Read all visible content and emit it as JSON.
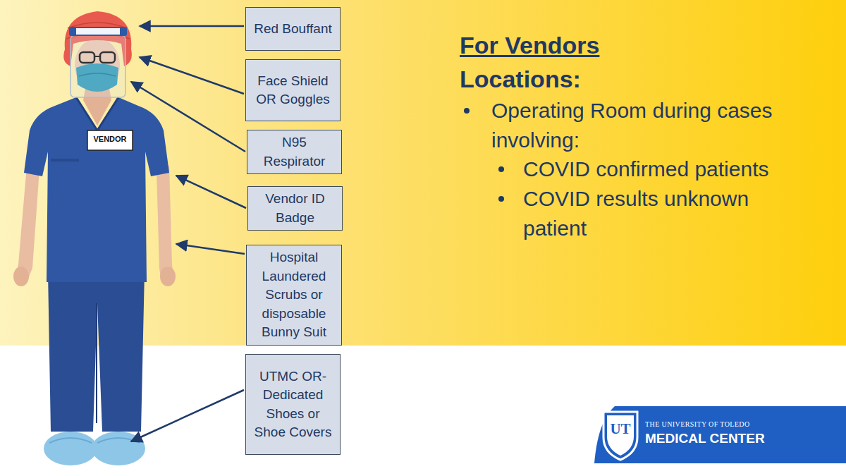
{
  "diagram": {
    "title": "For Vendors",
    "nodes": [
      {
        "text": [
          "Red Bouffant"
        ]
      },
      {
        "text": [
          "Face Shield OR Goggles"
        ]
      },
      {
        "text": [
          "N95 Respirator"
        ]
      },
      {
        "text": [
          "Vendor ID Badge"
        ]
      },
      {
        "text": [
          "Hospital Laundered Scrubs or disposable Bunny Suit"
        ]
      },
      {
        "text": [
          "UTMC OR- Dedicated Shoes or Shoe Covers"
        ]
      }
    ],
    "labels": [
      "VENDOR",
      "Locations:",
      "Operating Room during cases involving:",
      "COVID confirmed patients",
      "COVID results unknown patient",
      "UT",
      "THE UNIVERSITY OF TOLEDO",
      "MEDICAL CENTER"
    ]
  }
}
